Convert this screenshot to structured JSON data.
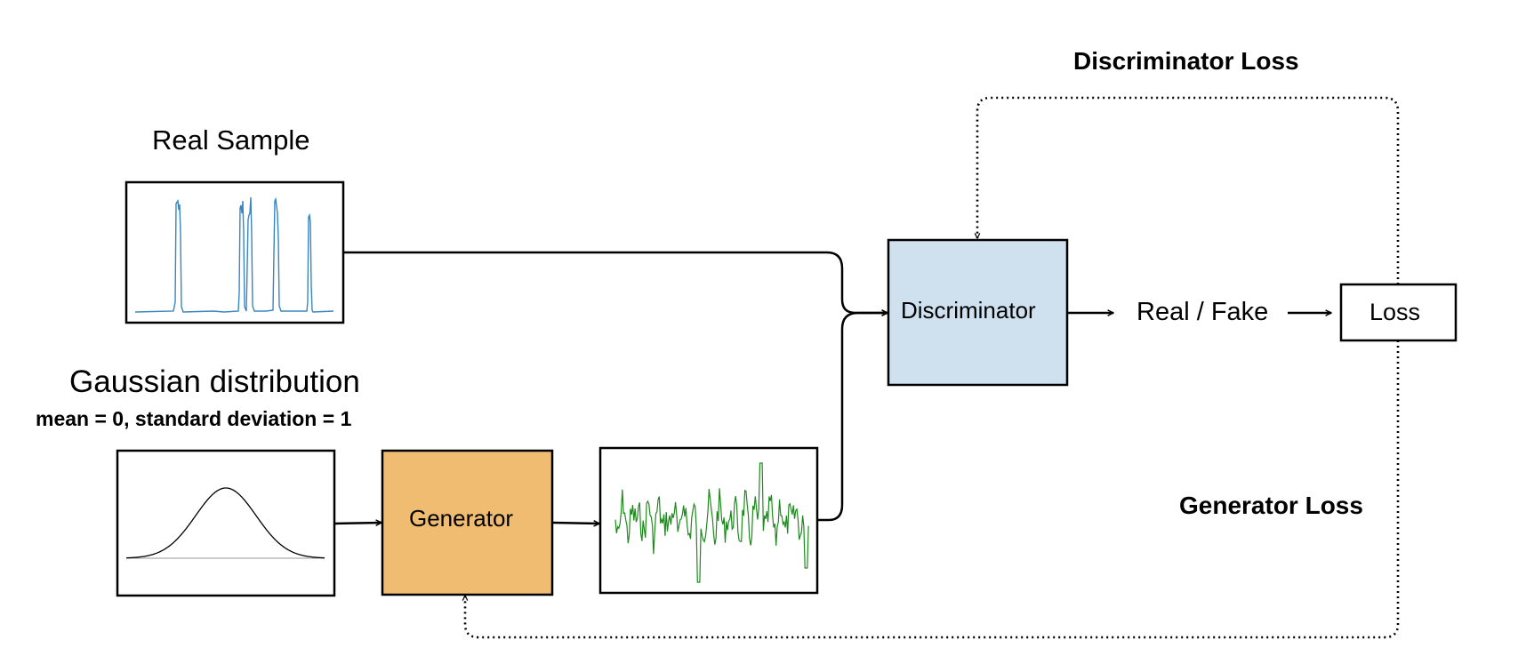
{
  "labels": {
    "real_sample": "Real Sample",
    "gaussian_title": "Gaussian distribution",
    "gaussian_params": "mean = 0, standard deviation = 1",
    "generator": "Generator",
    "discriminator": "Discriminator",
    "real_fake": "Real / Fake",
    "loss": "Loss",
    "discriminator_loss": "Discriminator Loss",
    "generator_loss": "Generator Loss"
  },
  "colors": {
    "generator_fill": "#F0BC72",
    "discriminator_fill": "#CFE1EF",
    "real_signal": "#3A85C0",
    "fake_signal": "#1E8A1E",
    "stroke": "#000000"
  },
  "icons": {
    "real_sample_plot": "spike-signal-plot",
    "gaussian_plot": "bell-curve-plot",
    "generated_sample_plot": "noisy-signal-plot"
  }
}
